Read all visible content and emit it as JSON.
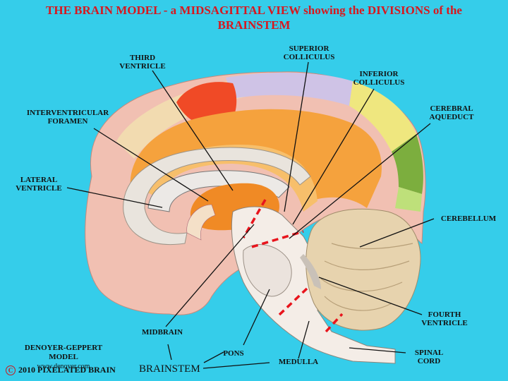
{
  "title": {
    "line1": "THE BRAIN MODEL - a MIDSAGITTAL VIEW showing the DIVISIONS of the",
    "line2": "BRAINSTEM"
  },
  "labels": {
    "third_ventricle": [
      "THIRD",
      "VENTRICLE"
    ],
    "superior_colliculus": [
      "SUPERIOR",
      "COLLICULUS"
    ],
    "inferior_colliculus": [
      "INFERIOR",
      "COLLICULUS"
    ],
    "interventricular_foramen": [
      "INTERVENTRICULAR",
      "FORAMEN"
    ],
    "cerebral_aqueduct": [
      "CEREBRAL",
      "AQUEDUCT"
    ],
    "lateral_ventricle": [
      "LATERAL",
      "VENTRICLE"
    ],
    "cerebellum": [
      "CEREBELLUM"
    ],
    "fourth_ventricle": [
      "FOURTH",
      "VENTRICLE"
    ],
    "midbrain": [
      "MIDBRAIN"
    ],
    "pons": [
      "PONS"
    ],
    "medulla": [
      "MEDULLA"
    ],
    "spinal_cord": [
      "SPINAL",
      "CORD"
    ]
  },
  "credit": {
    "line1": "DENOYER-GEPPERT MODEL",
    "line2": "www.denoyer.com"
  },
  "copyright": {
    "symbol": "C",
    "text": "2010  PIXELATED BRAIN"
  },
  "brainstem_label": "BRAINSTEM",
  "colors": {
    "background": "#35cdea",
    "title": "#d8171e",
    "division_lines": "#e8141c"
  }
}
